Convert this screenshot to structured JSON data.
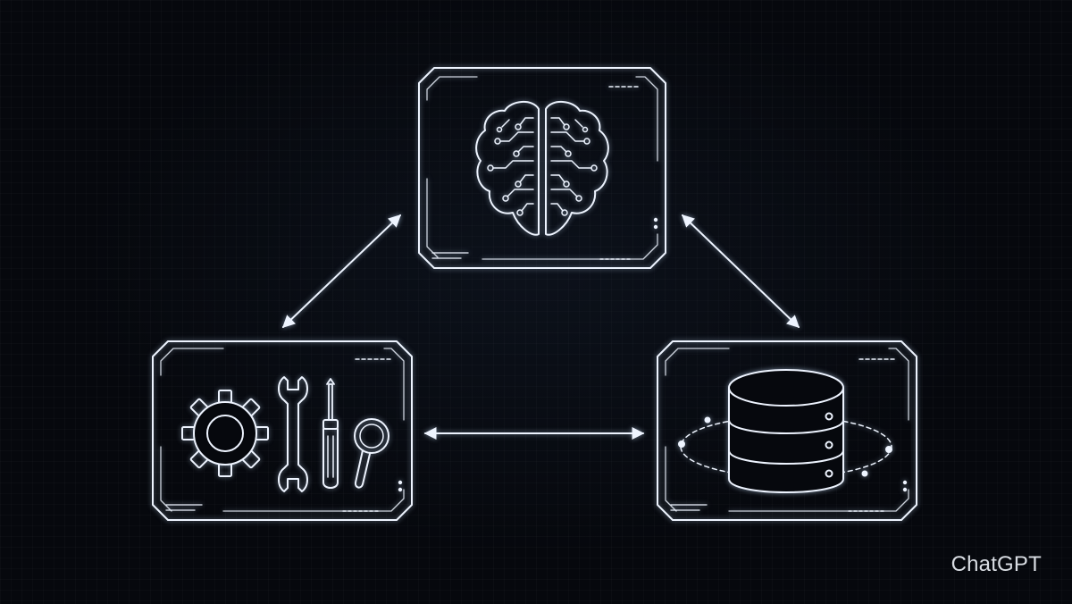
{
  "diagram": {
    "nodes": [
      {
        "id": "brain",
        "icon": "brain-circuit-icon"
      },
      {
        "id": "tools",
        "icons": [
          "gear-icon",
          "wrench-icon",
          "screwdriver-icon",
          "magnifier-icon"
        ]
      },
      {
        "id": "database",
        "icon": "database-orbit-icon"
      }
    ],
    "connections": [
      {
        "from": "brain",
        "to": "tools",
        "type": "bidirectional"
      },
      {
        "from": "brain",
        "to": "database",
        "type": "bidirectional"
      },
      {
        "from": "tools",
        "to": "database",
        "type": "bidirectional"
      }
    ]
  },
  "colors": {
    "background": "#06080d",
    "stroke": "#eef4ff",
    "watermark": "#d9dde3"
  },
  "watermark": "ChatGPT"
}
